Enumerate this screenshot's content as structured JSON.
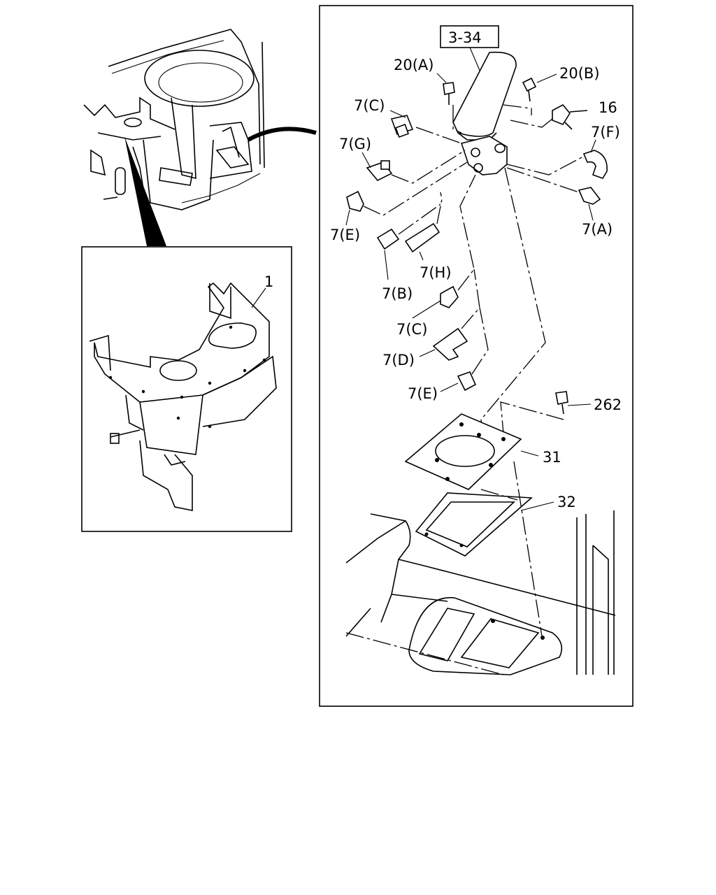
{
  "labels": {
    "ref_box": "3-34",
    "bracket": "1",
    "p20a": "20(A)",
    "p20b": "20(B)",
    "p16": "16",
    "p7c_top": "7(C)",
    "p7f": "7(F)",
    "p7g": "7(G)",
    "p7e_top": "7(E)",
    "p7a": "7(A)",
    "p7b": "7(B)",
    "p7h": "7(H)",
    "p7c_mid": "7(C)",
    "p7d": "7(D)",
    "p7e_low": "7(E)",
    "p262": "262",
    "p31": "31",
    "p32": "32"
  }
}
